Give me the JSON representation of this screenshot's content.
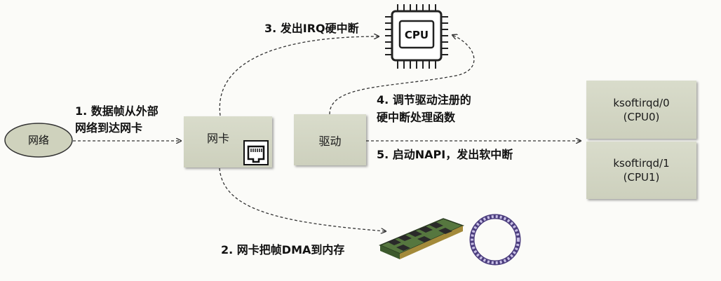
{
  "nodes": {
    "network": "网络",
    "nic": "网卡",
    "driver": "驱动",
    "cpu": "CPU",
    "ksoftirqd": [
      {
        "line1": "ksoftirqd/0",
        "line2": "(CPU0)"
      },
      {
        "line1": "ksoftirqd/1",
        "line2": "(CPU1)"
      }
    ]
  },
  "steps": {
    "s1_line1": "1. 数据帧从外部",
    "s1_line2": "网络到达网卡",
    "s2": "2. 网卡把帧DMA到内存",
    "s3": "3. 发出IRQ硬中断",
    "s4_line1": "4. 调节驱动注册的",
    "s4_line2": "硬中断处理函数",
    "s5": "5. 启动NAPI，发出软中断"
  },
  "colors": {
    "box_fill": "#d3d6c3",
    "arrow": "#333333",
    "ring": "#7a6aa8",
    "ram_board": "#4f6f3c",
    "ram_chip": "#2a2a2a"
  },
  "icons": [
    "cpu-chip-icon",
    "ethernet-port-icon",
    "ram-module-icon",
    "ring-buffer-icon"
  ]
}
